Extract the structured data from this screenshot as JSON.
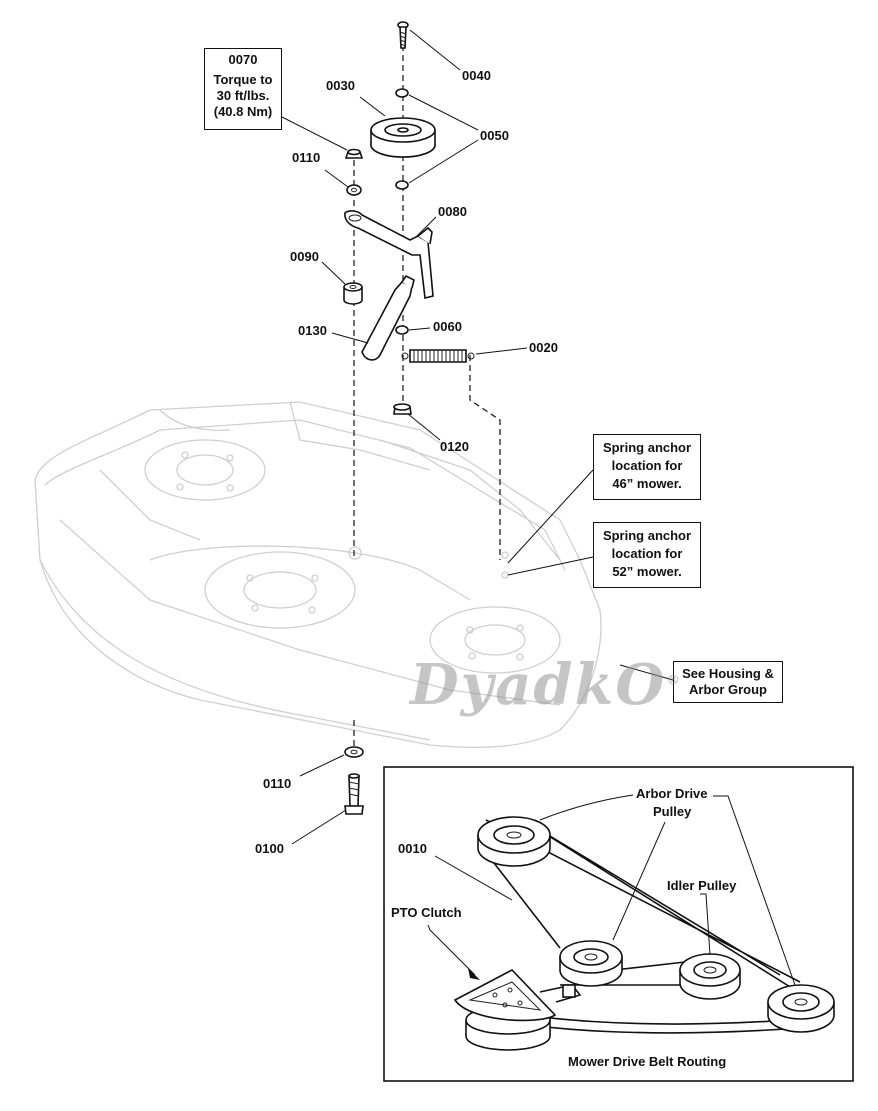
{
  "callouts": {
    "torque": {
      "line1": "0070",
      "line2": "Torque to",
      "line3": "30 ft/lbs.",
      "line4": "(40.8 Nm)"
    },
    "anchor46": {
      "line1": "Spring anchor",
      "line2": "location for",
      "line3": "46” mower."
    },
    "anchor52": {
      "line1": "Spring anchor",
      "line2": "location for",
      "line3": "52” mower."
    },
    "housing": {
      "line1": "See Housing &",
      "line2": "Arbor Group"
    }
  },
  "parts": {
    "p0040": "0040",
    "p0030": "0030",
    "p0050": "0050",
    "p0110_top": "0110",
    "p0080": "0080",
    "p0090": "0090",
    "p0130": "0130",
    "p0060": "0060",
    "p0020": "0020",
    "p0120": "0120",
    "p0110_bottom": "0110",
    "p0100": "0100"
  },
  "inset": {
    "arbor_drive_line1": "Arbor Drive",
    "arbor_drive_line2": "Pulley",
    "idler": "Idler Pulley",
    "p0010": "0010",
    "pto": "PTO Clutch",
    "caption": "Mower Drive Belt Routing"
  },
  "watermark": {
    "text": "DyadkO",
    "mark": "®"
  }
}
